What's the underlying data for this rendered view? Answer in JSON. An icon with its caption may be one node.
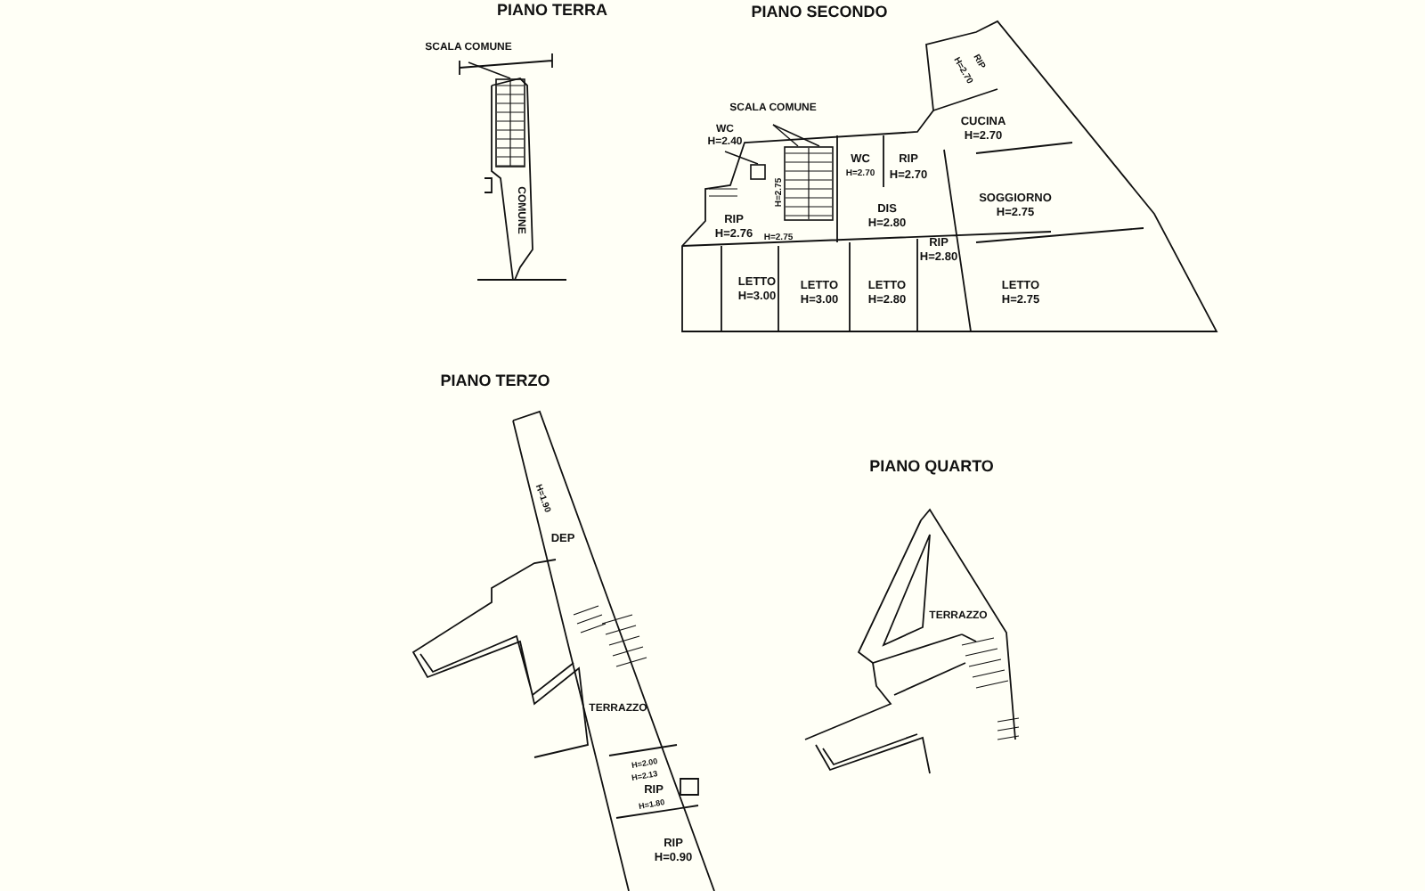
{
  "diagram": {
    "nodes": [
      {
        "text": [
          "SCALA COMUNE"
        ]
      },
      {
        "text": [],
        "shape": "stairs"
      },
      {
        "text": [
          "SCALA COMUNE"
        ]
      },
      {
        "text": [],
        "shape": "stairs"
      },
      {
        "text": [
          "WC",
          "H=2.40"
        ]
      },
      {
        "text": [],
        "shape": "box"
      }
    ],
    "edges": [
      {
        "from": 0,
        "to": 1,
        "arrow": "none"
      },
      {
        "from": 2,
        "to": 3,
        "arrow": "none"
      },
      {
        "from": 2,
        "to": 3,
        "arrow": "none"
      },
      {
        "from": 4,
        "to": 5,
        "arrow": "none"
      }
    ],
    "labels": [
      "PIANO TERRA",
      "COMUNE",
      "PIANO SECONDO",
      "RIP",
      "H=2.70",
      "CUCINA",
      "H=2.70",
      "WC",
      "H=2.70",
      "RIP",
      "H=2.70",
      "H=2.75",
      "SOGGIORNO",
      "H=2.75",
      "DIS",
      "H=2.80",
      "RIP",
      "H=2.76",
      "H=2.75",
      "RIP",
      "H=2.80",
      "LETTO",
      "H=3.00",
      "LETTO",
      "H=3.00",
      "LETTO",
      "H=2.80",
      "LETTO",
      "H=2.75",
      "PIANO TERZO",
      "H=1.90",
      "DEP",
      "TERRAZZO",
      "H=2.00",
      "H=2.13",
      "RIP",
      "H=1.80",
      "RIP",
      "H=0.90",
      "PIANO QUARTO",
      "TERRAZZO"
    ]
  }
}
